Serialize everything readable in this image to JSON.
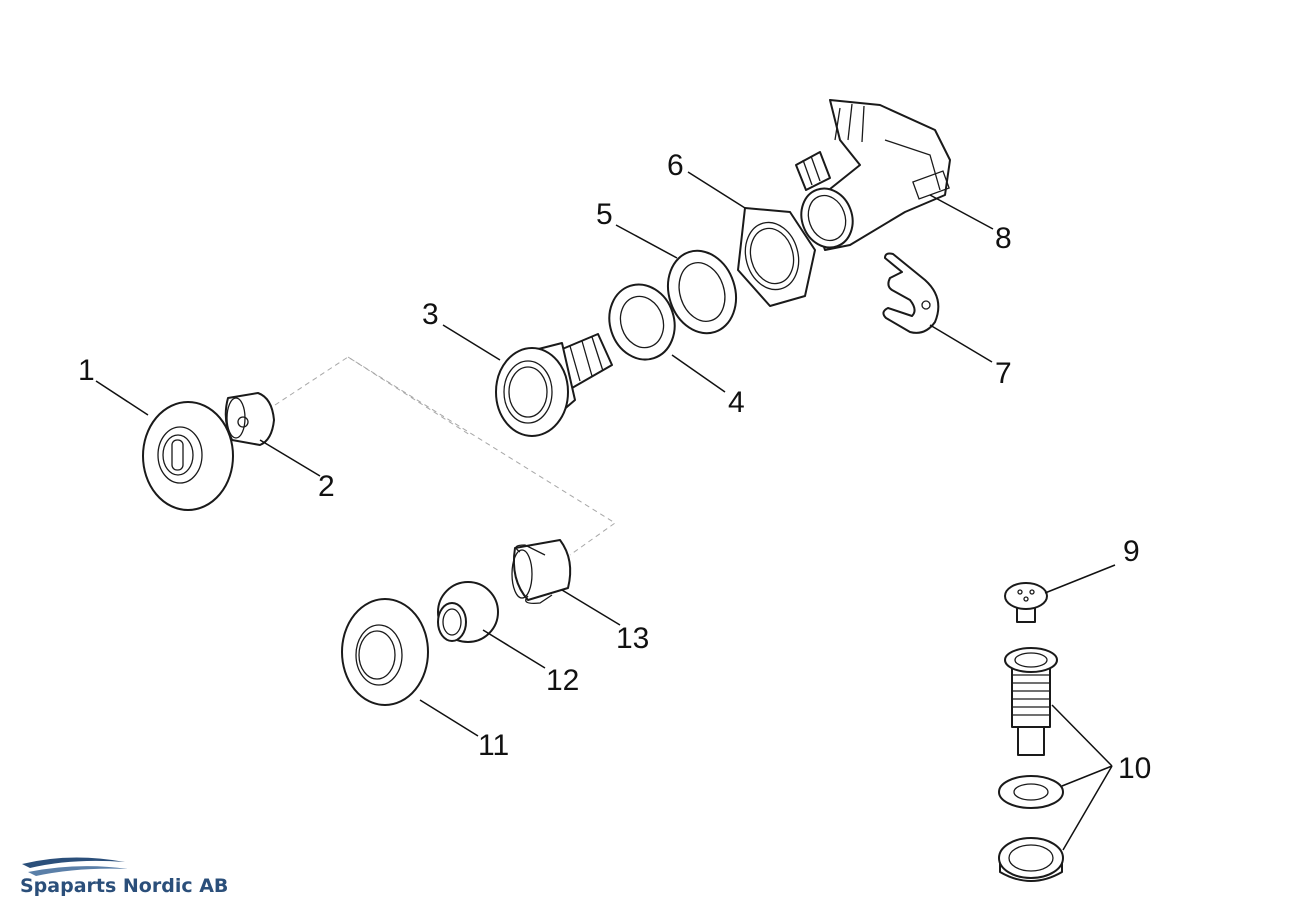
{
  "brand": {
    "name": "Spaparts Nordic AB",
    "color": "#2b4f7a"
  },
  "callouts": [
    {
      "id": "1",
      "label": "1"
    },
    {
      "id": "2",
      "label": "2"
    },
    {
      "id": "3",
      "label": "3"
    },
    {
      "id": "4",
      "label": "4"
    },
    {
      "id": "5",
      "label": "5"
    },
    {
      "id": "6",
      "label": "6"
    },
    {
      "id": "7",
      "label": "7"
    },
    {
      "id": "8",
      "label": "8"
    },
    {
      "id": "9",
      "label": "9"
    },
    {
      "id": "10",
      "label": "10"
    },
    {
      "id": "11",
      "label": "11"
    },
    {
      "id": "12",
      "label": "12"
    },
    {
      "id": "13",
      "label": "13"
    }
  ]
}
